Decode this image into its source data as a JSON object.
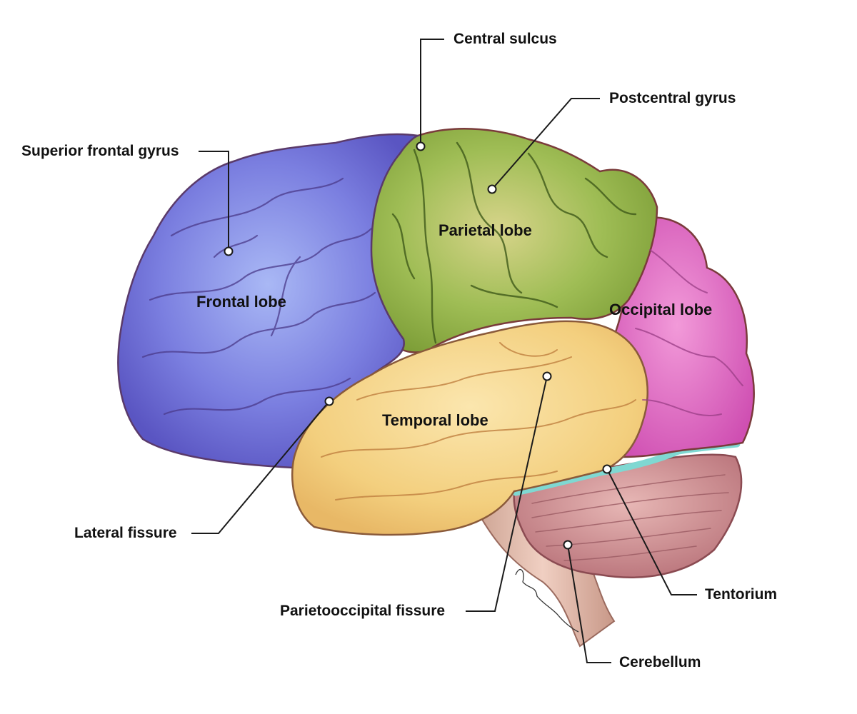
{
  "colors": {
    "frontal": "#6f6fd6",
    "parietal": "#8fb04a",
    "occipital": "#dc5fc0",
    "temporal": "#f3cf7e",
    "cerebellum": "#c98a8f",
    "brainstem": "#e3b9a9",
    "tentorium": "#7fd8d2",
    "outline": "#7a3b3b"
  },
  "lobes": {
    "frontal": "Frontal lobe",
    "parietal": "Parietal lobe",
    "occipital": "Occipital lobe",
    "temporal": "Temporal lobe"
  },
  "callouts": {
    "central_sulcus": "Central sulcus",
    "postcentral_gyrus": "Postcentral gyrus",
    "superior_frontal_gyrus": "Superior frontal gyrus",
    "lateral_fissure": "Lateral fissure",
    "parietooccipital_fissure": "Parietooccipital fissure",
    "tentorium": "Tentorium",
    "cerebellum": "Cerebellum"
  }
}
